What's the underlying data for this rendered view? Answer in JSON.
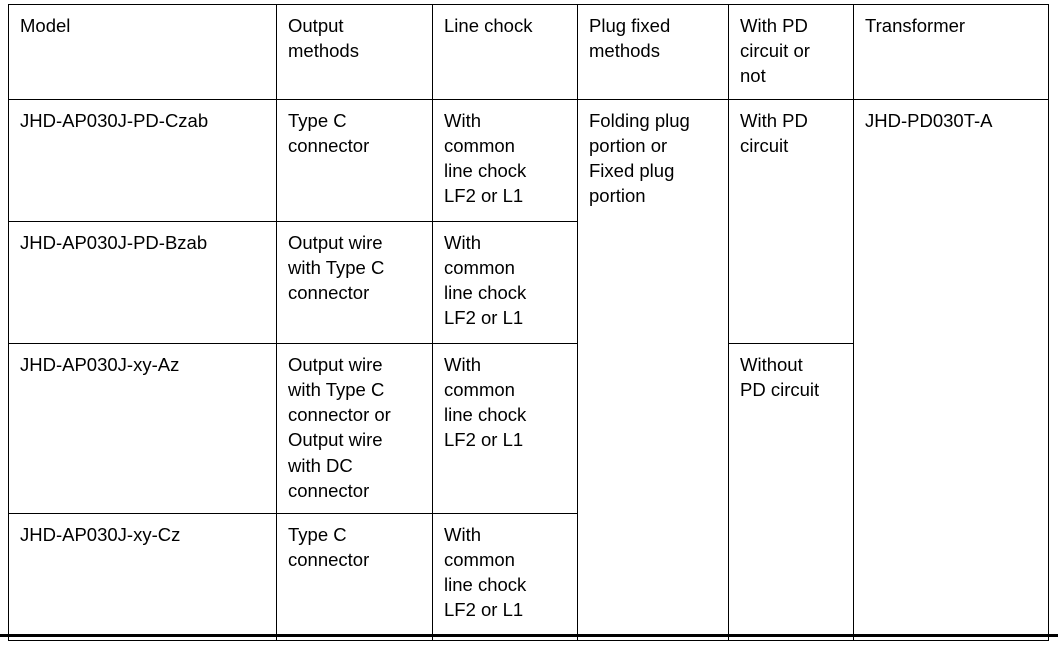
{
  "table": {
    "name": "product-model-specification-table",
    "columns": [
      {
        "key": "model",
        "header": "Model"
      },
      {
        "key": "output",
        "header": "Output\nmethods"
      },
      {
        "key": "chock",
        "header": "Line chock"
      },
      {
        "key": "plug",
        "header": "Plug fixed\nmethods"
      },
      {
        "key": "pd",
        "header": "With PD\ncircuit or\nnot"
      },
      {
        "key": "transformer",
        "header": "Transformer"
      }
    ],
    "rows": [
      {
        "model": "JHD-AP030J-PD-Czab",
        "output": "Type C\nconnector",
        "chock": "With\ncommon\nline chock\nLF2 or L1",
        "plug": "Folding plug\nportion or\nFixed plug\nportion",
        "pd": "With PD\ncircuit",
        "transformer": "JHD-PD030T-A"
      },
      {
        "model": "JHD-AP030J-PD-Bzab",
        "output": "Output wire\nwith Type C\nconnector",
        "chock": "With\ncommon\nline chock\nLF2 or L1",
        "plug": "",
        "pd": "",
        "transformer": ""
      },
      {
        "model": "JHD-AP030J-xy-Az",
        "output": "Output wire\nwith Type C\nconnector or\nOutput wire\nwith DC\nconnector",
        "chock": "With\ncommon\nline chock\nLF2 or L1",
        "plug": "",
        "pd": "Without\nPD circuit",
        "transformer": ""
      },
      {
        "model": "JHD-AP030J-xy-Cz",
        "output": "Type C\nconnector",
        "chock": "With\ncommon\nline chock\nLF2 or L1",
        "plug": "",
        "pd": "",
        "transformer": ""
      }
    ]
  },
  "colors": {
    "text": "#000000",
    "border": "#000000",
    "background": "#ffffff"
  }
}
